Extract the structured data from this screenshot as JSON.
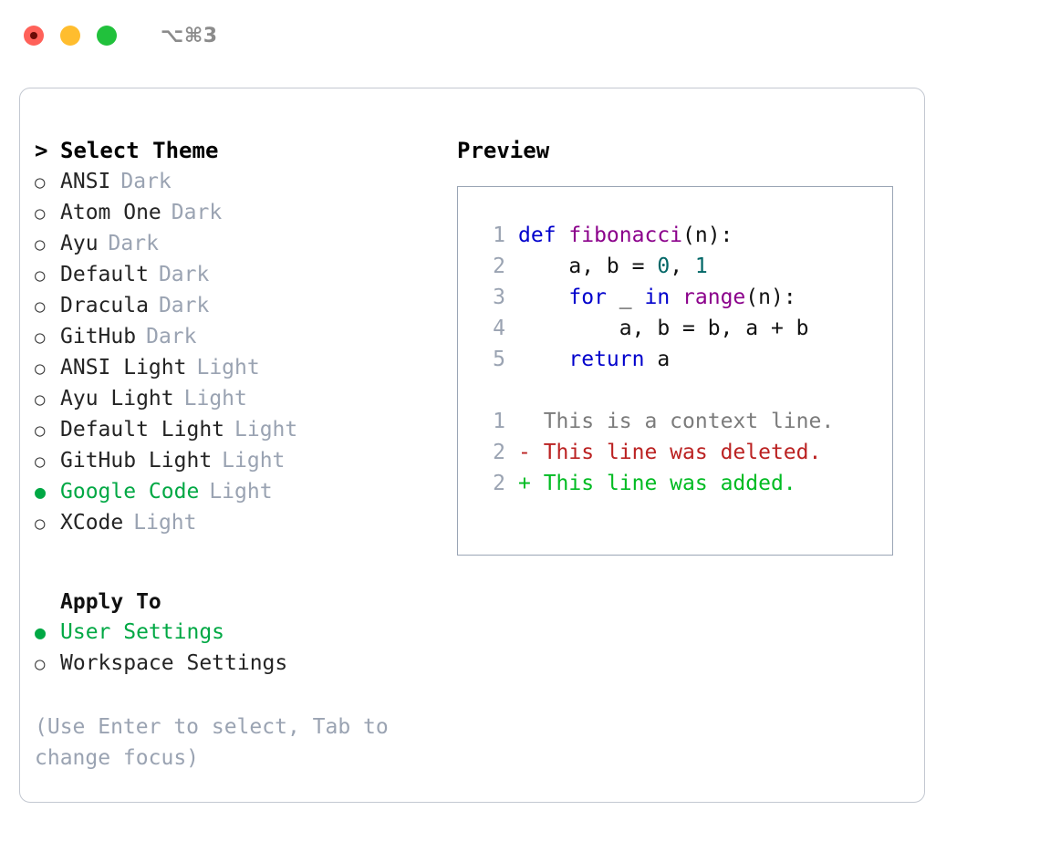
{
  "window": {
    "shortcut_label": "⌥⌘3",
    "traffic_lights": [
      "close-red",
      "minimize-yellow",
      "maximize-green"
    ]
  },
  "theme_panel": {
    "heading": "Select Theme",
    "prompt": ">",
    "bullet_unselected": "○",
    "bullet_selected": "●",
    "items": [
      {
        "name": "ANSI",
        "tag": "Dark",
        "selected": false
      },
      {
        "name": "Atom One",
        "tag": "Dark",
        "selected": false
      },
      {
        "name": "Ayu",
        "tag": "Dark",
        "selected": false
      },
      {
        "name": "Default",
        "tag": "Dark",
        "selected": false
      },
      {
        "name": "Dracula",
        "tag": "Dark",
        "selected": false
      },
      {
        "name": "GitHub",
        "tag": "Dark",
        "selected": false
      },
      {
        "name": "ANSI Light",
        "tag": "Light",
        "selected": false
      },
      {
        "name": "Ayu Light",
        "tag": "Light",
        "selected": false
      },
      {
        "name": "Default Light",
        "tag": "Light",
        "selected": false
      },
      {
        "name": "GitHub Light",
        "tag": "Light",
        "selected": false
      },
      {
        "name": "Google Code",
        "tag": "Light",
        "selected": true
      },
      {
        "name": "XCode",
        "tag": "Light",
        "selected": false
      }
    ]
  },
  "apply_to": {
    "heading": "Apply To",
    "options": [
      {
        "name": "User Settings",
        "selected": true
      },
      {
        "name": "Workspace Settings",
        "selected": false
      }
    ]
  },
  "hint": "(Use Enter to select, Tab to change focus)",
  "preview": {
    "heading": "Preview",
    "code_lines": [
      {
        "lineno": "1",
        "tokens": [
          {
            "text": "def ",
            "type": "kw"
          },
          {
            "text": "fibonacci",
            "type": "fn"
          },
          {
            "text": "(n):",
            "type": "plain"
          }
        ]
      },
      {
        "lineno": "2",
        "tokens": [
          {
            "text": "    a, b = ",
            "type": "plain"
          },
          {
            "text": "0",
            "type": "num"
          },
          {
            "text": ", ",
            "type": "plain"
          },
          {
            "text": "1",
            "type": "num"
          }
        ]
      },
      {
        "lineno": "3",
        "tokens": [
          {
            "text": "    ",
            "type": "plain"
          },
          {
            "text": "for",
            "type": "kw"
          },
          {
            "text": " _ ",
            "type": "plain"
          },
          {
            "text": "in",
            "type": "kw"
          },
          {
            "text": " ",
            "type": "plain"
          },
          {
            "text": "range",
            "type": "fn"
          },
          {
            "text": "(n):",
            "type": "plain"
          }
        ]
      },
      {
        "lineno": "4",
        "tokens": [
          {
            "text": "        a, b = b, a + b",
            "type": "plain"
          }
        ]
      },
      {
        "lineno": "5",
        "tokens": [
          {
            "text": "    ",
            "type": "plain"
          },
          {
            "text": "return",
            "type": "kw"
          },
          {
            "text": " a",
            "type": "plain"
          }
        ]
      }
    ],
    "diff_lines": [
      {
        "lineno": "1",
        "marker": " ",
        "text": "This is a context line.",
        "type": "ctx"
      },
      {
        "lineno": "2",
        "marker": "-",
        "text": "This line was deleted.",
        "type": "del"
      },
      {
        "lineno": "2",
        "marker": "+",
        "text": "This line was added.",
        "type": "add"
      }
    ]
  },
  "colors": {
    "accent_green": "#00a844",
    "tag_gray": "#9aa3b2",
    "keyword_blue": "#0000cc",
    "function_purple": "#8b008b",
    "number_teal": "#006666",
    "diff_delete_red": "#bb2222",
    "diff_add_green": "#00bb22",
    "border_gray": "#c3c8d1",
    "preview_border": "#9aa5b5"
  }
}
